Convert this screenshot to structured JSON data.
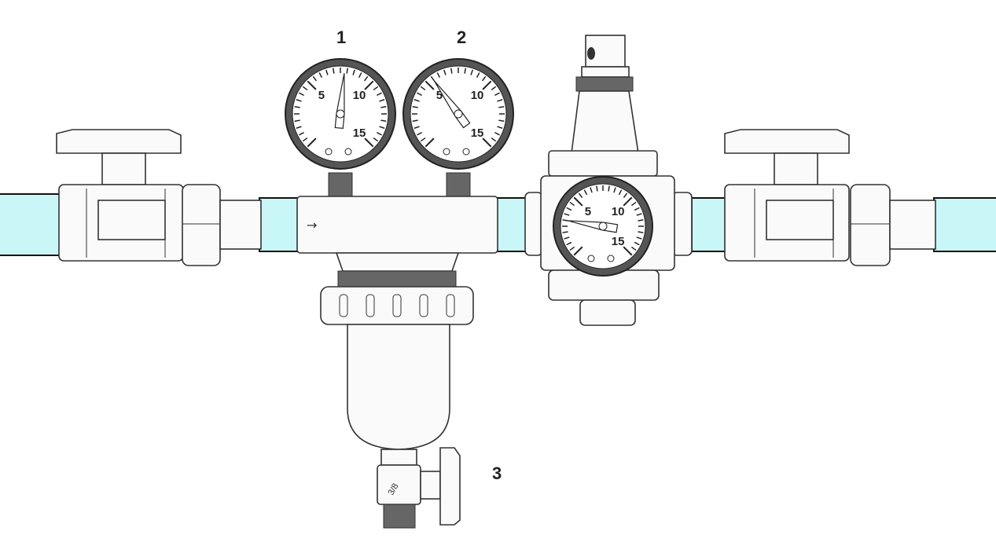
{
  "callouts": {
    "gauge1": "1",
    "gauge2": "2",
    "drain_valve": "3"
  },
  "gauge_scale": {
    "labels": [
      "5",
      "10",
      "15"
    ],
    "min": 0,
    "max": 15
  },
  "gauges": [
    {
      "name": "inlet-pressure-gauge",
      "reading": 7.8
    },
    {
      "name": "outlet-pressure-gauge",
      "reading": 5.5
    },
    {
      "name": "reducer-pressure-gauge",
      "reading": 3.0
    }
  ],
  "drain_valve_marking": "3/8",
  "colors": {
    "pipe": "#c9f7f7",
    "outline": "#333333"
  }
}
